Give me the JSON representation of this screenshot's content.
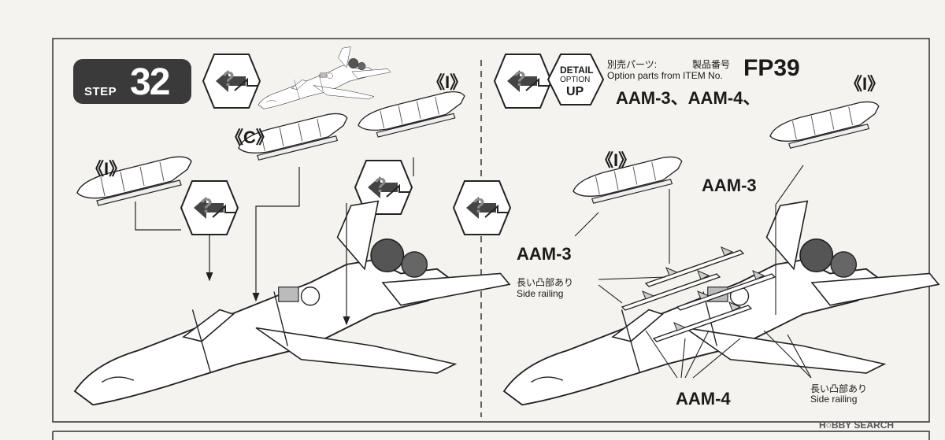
{
  "step": {
    "word": "STEP",
    "number": "32"
  },
  "callouts": {
    "left_I_1": "《I》",
    "left_C": "《C》",
    "left_I_2": "《I》",
    "right_I_top": "《I》",
    "right_I_mid": "《I》"
  },
  "option": {
    "detail_text": "DETAIL",
    "option_text": "OPTION",
    "up_text": "UP",
    "jp_label": "別売パーツ:",
    "jp_item_label": "製品番号",
    "en_label": "Option parts from ITEM No.",
    "item_no": "FP39",
    "parts_list": "AAM-3、AAM-4、"
  },
  "labels": {
    "aam3_a": "AAM-3",
    "aam3_b": "AAM-3",
    "aam4": "AAM-4",
    "rail_jp_a": "長い凸部あり",
    "rail_en_a": "Side railing",
    "rail_jp_b": "長い凸部あり",
    "rail_en_b": "Side railing"
  },
  "watermark": "H○BBY SEARCH"
}
